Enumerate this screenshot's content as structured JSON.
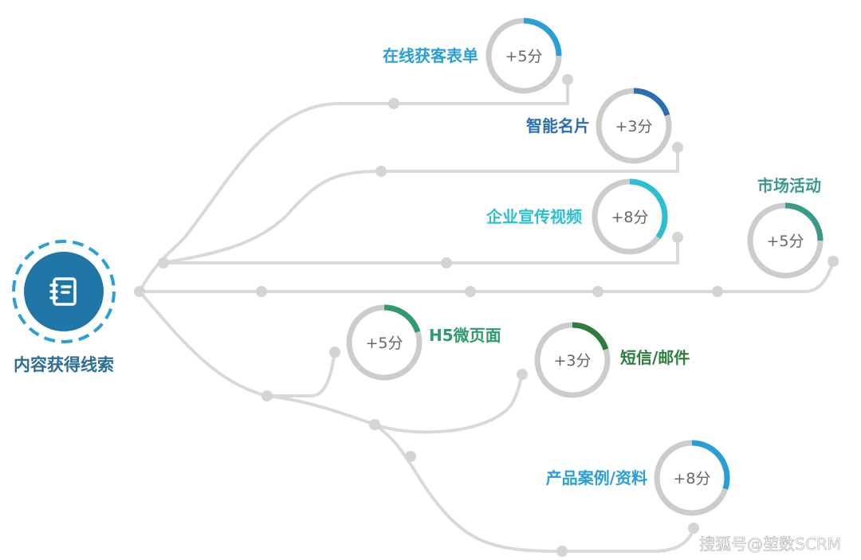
{
  "root": {
    "label": "内容获得线索",
    "icon": "notebook-icon",
    "color": "#2176a8"
  },
  "nodes": [
    {
      "id": "online-form",
      "label": "在线获客表单",
      "score": "+5分",
      "progress": 0.25,
      "color": "#2a9fd6"
    },
    {
      "id": "smart-card",
      "label": "智能名片",
      "score": "+3分",
      "progress": 0.2,
      "color": "#2a6fb3"
    },
    {
      "id": "promo-video",
      "label": "企业宣传视频",
      "score": "+8分",
      "progress": 0.35,
      "color": "#2bbfd0"
    },
    {
      "id": "marketing-event",
      "label": "市场活动",
      "score": "+5分",
      "progress": 0.25,
      "color": "#3a9a8a"
    },
    {
      "id": "h5-page",
      "label": "H5微页面",
      "score": "+5分",
      "progress": 0.2,
      "color": "#2e9a6e"
    },
    {
      "id": "sms-email",
      "label": "短信/邮件",
      "score": "+3分",
      "progress": 0.2,
      "color": "#2f7d3e"
    },
    {
      "id": "case-material",
      "label": "产品案例/资料",
      "score": "+8分",
      "progress": 0.3,
      "color": "#2a9fd6"
    }
  ],
  "watermark": "搜狐号@堃数SCRM",
  "line_color": "#d9d9d9",
  "ring_track_color": "#cccccc"
}
